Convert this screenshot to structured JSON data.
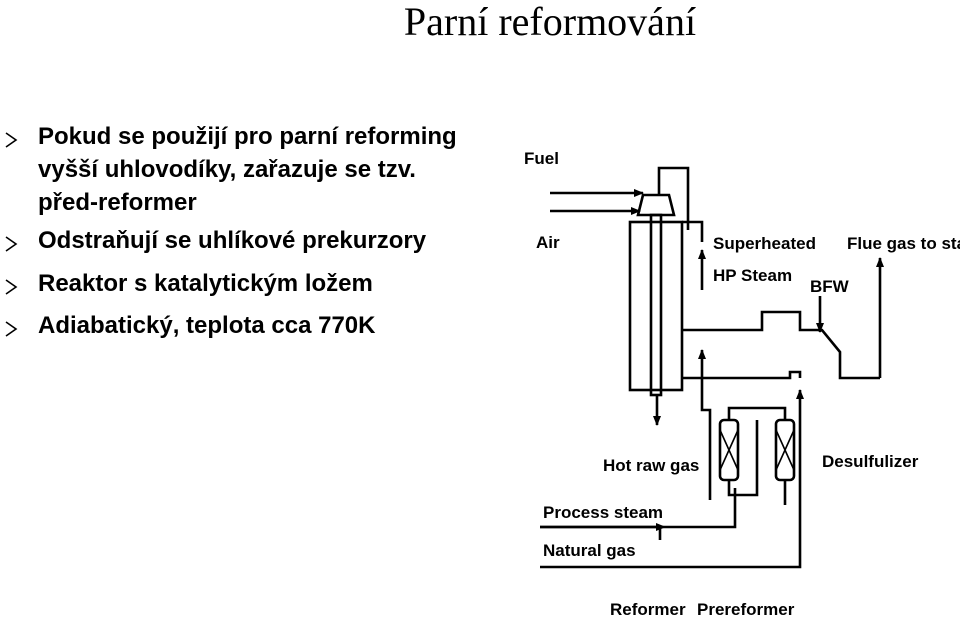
{
  "title": "Parní reformování",
  "bullets": [
    {
      "lines": [
        "Pokud se použijí pro parní reforming",
        "vyšší uhlovodíky, zařazuje se tzv.",
        "před-reformer"
      ]
    },
    {
      "lines": [
        "Odstraňují se uhlíkové prekurzory"
      ]
    },
    {
      "lines": [
        "Reaktor s katalytickým ložem"
      ]
    },
    {
      "lines": [
        "Adiabatický, teplota cca  770K"
      ]
    }
  ],
  "diagram": {
    "labels": {
      "fuel": "Fuel",
      "air": "Air",
      "superheated": "Superheated",
      "hp_steam": "HP Steam",
      "flue_gas": "Flue gas to stack",
      "bfw": "BFW",
      "hot_raw_gas": "Hot raw gas",
      "desulfulizer": "Desulfulizer",
      "process_steam": "Process steam",
      "natural_gas": "Natural gas",
      "reformer": "Reformer",
      "prereformer": "Prereformer"
    }
  }
}
